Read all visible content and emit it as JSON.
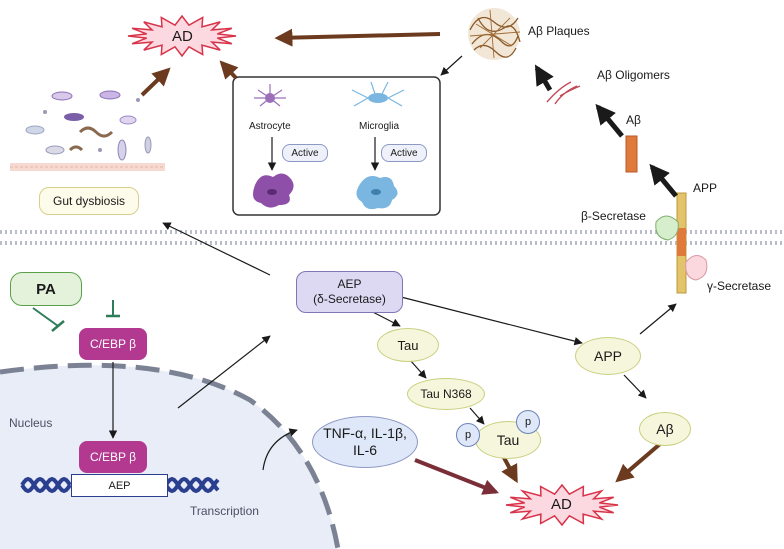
{
  "colors": {
    "oval_fill": "#f5f6dc",
    "oval_stroke": "#c9cf7e",
    "cebp_fill": "#b3388f",
    "aep_fill": "#ddd9f3",
    "aep_stroke": "#7d78b4",
    "ad_fill": "#fcd9e0",
    "ad_stroke": "#d8334a",
    "nucleus_fill": "#e9edf8",
    "pa_fill": "#e4f2dc",
    "pa_stroke": "#5aa04a",
    "membrane": "#c4c8d2"
  },
  "top": {
    "ad_label": "AD",
    "ab_plaques": "Aβ Plaques",
    "ab_oligomers": "Aβ Oligomers",
    "ab": "Aβ",
    "app": "APP",
    "b_secretase": "β-Secretase",
    "g_secretase": "γ-Secretase",
    "astrocyte": "Astrocyte",
    "microglia": "Microglia",
    "active_1": "Active",
    "active_2": "Active",
    "gut_dysbiosis": "Gut dysbiosis"
  },
  "bottom": {
    "pa": "PA",
    "cebp_top": "C/EBP β",
    "cebp_bottom": "C/EBP β",
    "nucleus": "Nucleus",
    "aep_gene": "AEP",
    "transcription": "Transcription",
    "aep_line1": "AEP",
    "aep_line2": "(δ-Secretase)",
    "tau": "Tau",
    "tau_n368": "Tau N368",
    "p1": "p",
    "p2": "p",
    "tau_p": "Tau",
    "cytokines_line1": "TNF-α, IL-1β,",
    "cytokines_line2": "IL-6",
    "app": "APP",
    "ab": "Aβ",
    "ad_label": "AD"
  }
}
